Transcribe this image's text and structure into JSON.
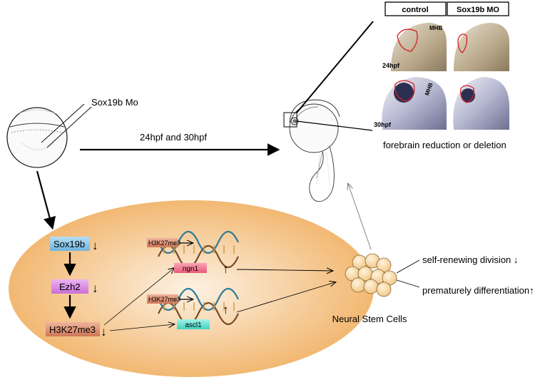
{
  "embryo": {
    "injection_label": "Sox19b Mo",
    "timepoint_label": "24hpf and 30hpf"
  },
  "images": {
    "col_control": "control",
    "col_mo": "Sox19b MO",
    "row1_label": "24hpf",
    "row2_label": "30hpf",
    "mhb_label": "MHB",
    "caption": "forebrain reduction or deletion"
  },
  "pathway": {
    "gene1": "Sox19b",
    "gene2": "Ezh2",
    "mark": "H3K27me3",
    "down_arrow": "↓",
    "up_arrow": "↑",
    "target1": "ngn1",
    "target2": "ascl1",
    "dna_mark": "H3K27me3"
  },
  "stem_cells": {
    "label": "Neural Stem Cells",
    "outcome1": "self-renewing division ↓",
    "outcome2": "prematurely differentiation↑"
  },
  "colors": {
    "ellipse_center": "#fdf1e2",
    "ellipse_edge": "#f2b872",
    "sox19b_box": "#7fbfe6",
    "ezh2_box": "#d77ee0",
    "h3k27me3_box": "#d8866a",
    "ngn1_box": "#f0748c",
    "ascl1_box": "#5ee0d0",
    "cell": "#f9d8a6"
  }
}
